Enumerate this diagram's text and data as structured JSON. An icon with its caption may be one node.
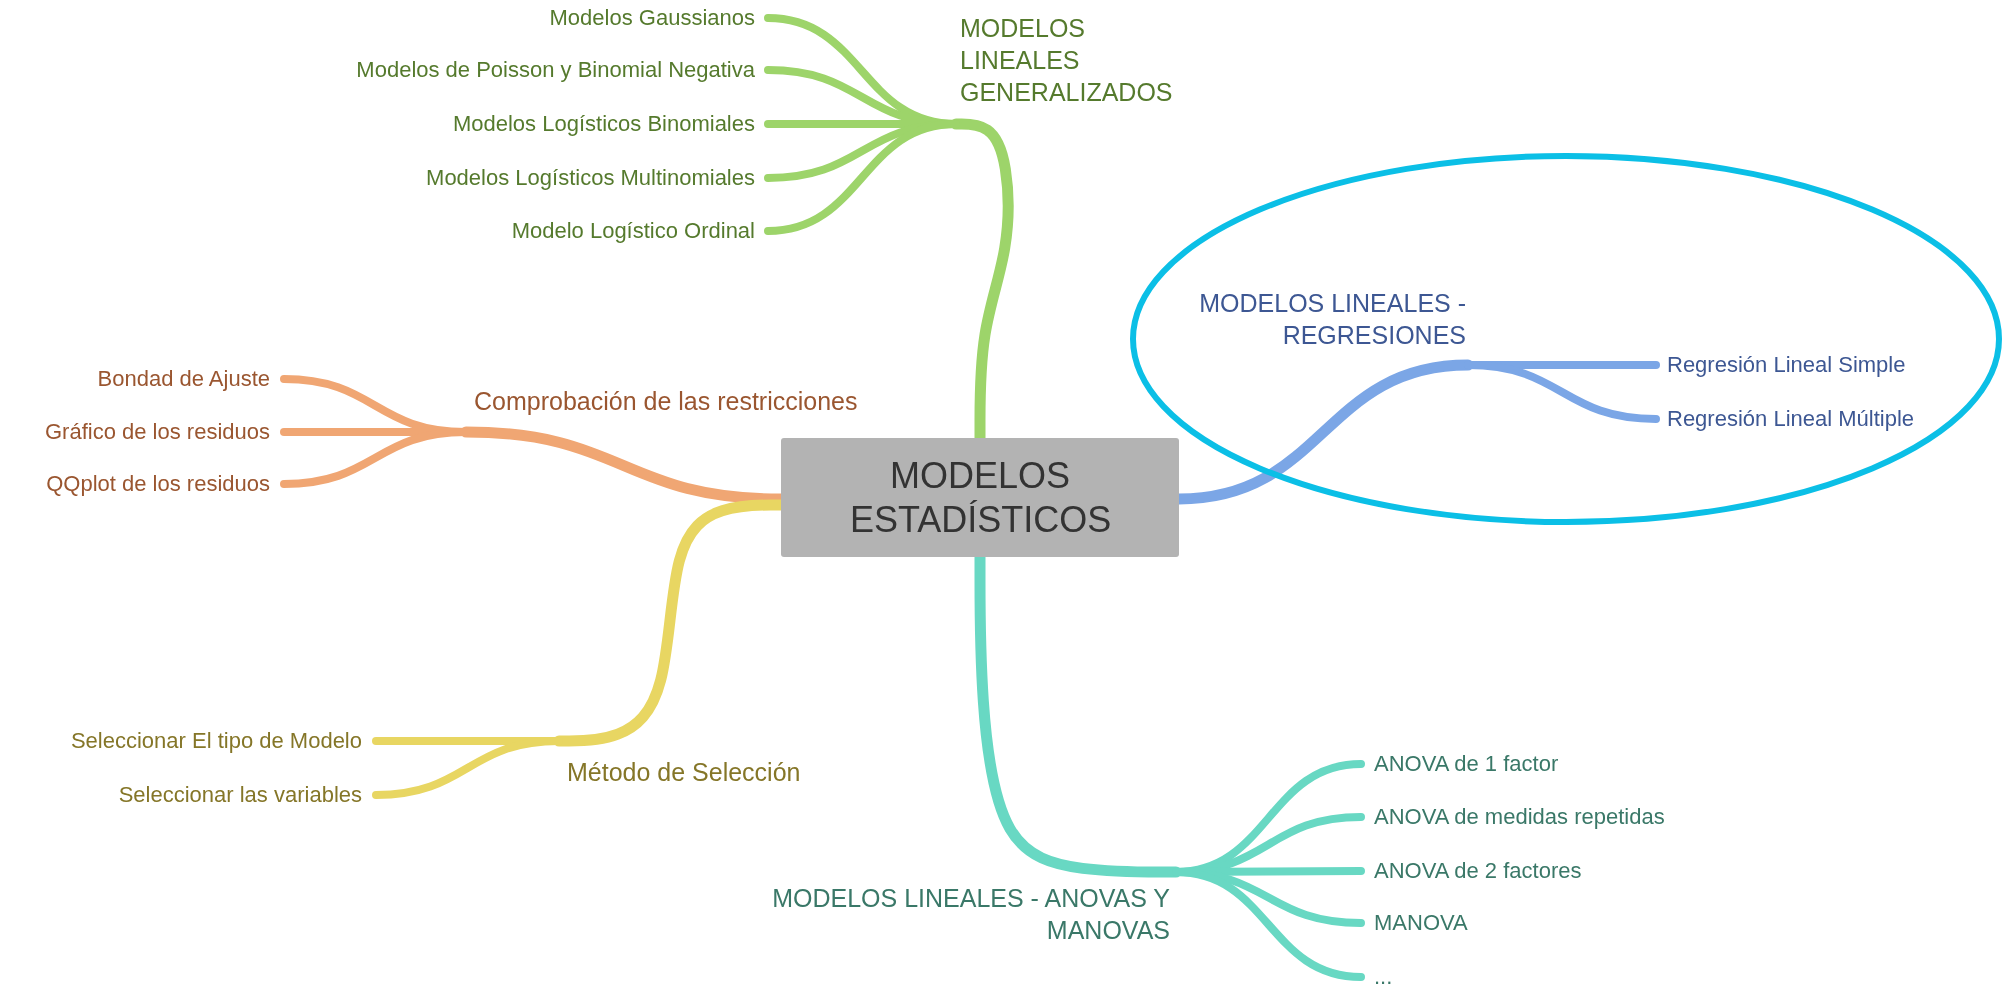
{
  "diagram": {
    "nodes": [
      {
        "text": [
          "MODELOS ESTADÍSTICOS"
        ]
      },
      {
        "text": [
          "MODELOS LINEALES GENERALIZADOS"
        ]
      },
      {
        "text": [
          "Modelos Gaussianos"
        ]
      },
      {
        "text": [
          "Modelos de Poisson y Binomial Negativa"
        ]
      },
      {
        "text": [
          "Modelos Logísticos Binomiales"
        ]
      },
      {
        "text": [
          "Modelos Logísticos Multinomiales"
        ]
      },
      {
        "text": [
          "Modelo Logístico Ordinal"
        ]
      },
      {
        "text": [],
        "shape": "ellipse"
      },
      {
        "text": [
          "MODELOS LINEALES - REGRESIONES"
        ],
        "in": 7
      },
      {
        "text": [
          "Regresión Lineal Simple"
        ],
        "in": 7
      },
      {
        "text": [
          "Regresión Lineal Múltiple"
        ],
        "in": 7
      },
      {
        "text": [
          "Comprobación de las restricciones"
        ]
      },
      {
        "text": [
          "Bondad de Ajuste"
        ]
      },
      {
        "text": [
          "Gráfico de los residuos"
        ]
      },
      {
        "text": [
          "QQplot de los residuos"
        ]
      },
      {
        "text": [
          "Método de Selección"
        ]
      },
      {
        "text": [
          "Seleccionar El tipo de Modelo"
        ]
      },
      {
        "text": [
          "Seleccionar las variables"
        ]
      },
      {
        "text": [
          "MODELOS LINEALES - ANOVAS Y MANOVAS"
        ]
      },
      {
        "text": [
          "ANOVA de 1 factor"
        ]
      },
      {
        "text": [
          "ANOVA de medidas repetidas"
        ]
      },
      {
        "text": [
          "ANOVA de 2 factores"
        ]
      },
      {
        "text": [
          "MANOVA"
        ]
      },
      {
        "text": [
          "..."
        ]
      }
    ],
    "edges": [
      {
        "from": 0,
        "to": 1,
        "arrow": "none",
        "color": "#9dd46a"
      },
      {
        "from": 1,
        "to": 2,
        "arrow": "none",
        "color": "#9dd46a"
      },
      {
        "from": 1,
        "to": 3,
        "arrow": "none",
        "color": "#9dd46a"
      },
      {
        "from": 1,
        "to": 4,
        "arrow": "none",
        "color": "#9dd46a"
      },
      {
        "from": 1,
        "to": 5,
        "arrow": "none",
        "color": "#9dd46a"
      },
      {
        "from": 1,
        "to": 6,
        "arrow": "none",
        "color": "#9dd46a"
      },
      {
        "from": 0,
        "to": 8,
        "arrow": "none",
        "color": "#7ba6e6"
      },
      {
        "from": 8,
        "to": 9,
        "arrow": "none",
        "color": "#7ba6e6"
      },
      {
        "from": 8,
        "to": 10,
        "arrow": "none",
        "color": "#7ba6e6"
      },
      {
        "from": 0,
        "to": 11,
        "arrow": "none",
        "color": "#f0a673"
      },
      {
        "from": 11,
        "to": 12,
        "arrow": "none",
        "color": "#f0a673"
      },
      {
        "from": 11,
        "to": 13,
        "arrow": "none",
        "color": "#f0a673"
      },
      {
        "from": 11,
        "to": 14,
        "arrow": "none",
        "color": "#f0a673"
      },
      {
        "from": 0,
        "to": 15,
        "arrow": "none",
        "color": "#e8d662"
      },
      {
        "from": 15,
        "to": 16,
        "arrow": "none",
        "color": "#e8d662"
      },
      {
        "from": 15,
        "to": 17,
        "arrow": "none",
        "color": "#e8d662"
      },
      {
        "from": 0,
        "to": 18,
        "arrow": "none",
        "color": "#68d8c3"
      },
      {
        "from": 18,
        "to": 19,
        "arrow": "none",
        "color": "#68d8c3"
      },
      {
        "from": 18,
        "to": 20,
        "arrow": "none",
        "color": "#68d8c3"
      },
      {
        "from": 18,
        "to": 21,
        "arrow": "none",
        "color": "#68d8c3"
      },
      {
        "from": 18,
        "to": 22,
        "arrow": "none",
        "color": "#68d8c3"
      },
      {
        "from": 18,
        "to": 23,
        "arrow": "none",
        "color": "#68d8c3"
      }
    ]
  }
}
